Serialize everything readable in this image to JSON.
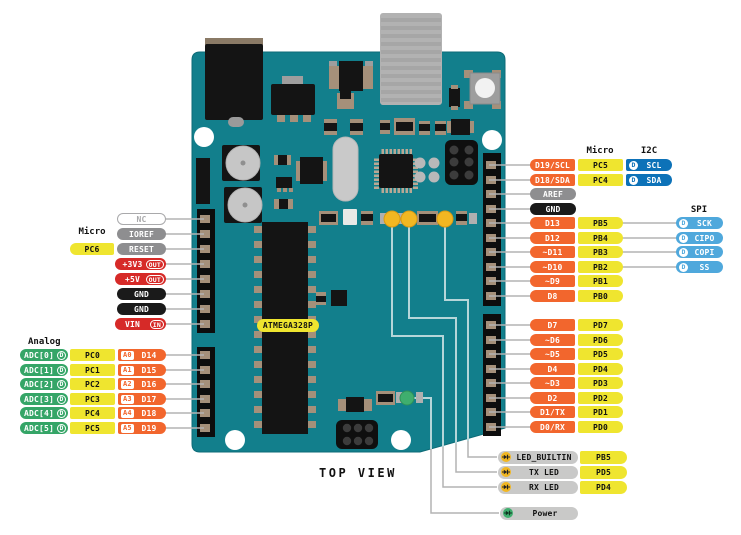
{
  "diagram_title": "TOP VIEW",
  "board": {
    "chip_label": "ATMEGA328P"
  },
  "headers": {
    "left_micro": "Micro",
    "analog": "Analog",
    "right_micro": "Micro",
    "i2c": "I2C",
    "spi": "SPI"
  },
  "left_power": {
    "rows": [
      {
        "label": "NC",
        "type": "nc"
      },
      {
        "label": "IOREF",
        "type": "gray"
      },
      {
        "label": "RESET",
        "type": "gray",
        "micro": "PC6"
      },
      {
        "label": "+3V3",
        "type": "red",
        "badge": "OUT"
      },
      {
        "label": "+5V",
        "type": "red",
        "badge": "OUT"
      },
      {
        "label": "GND",
        "type": "black"
      },
      {
        "label": "GND",
        "type": "black"
      },
      {
        "label": "VIN",
        "type": "red",
        "badge": "IN"
      }
    ]
  },
  "analog": {
    "rows": [
      {
        "adc": "ADC[0]",
        "badge": "D",
        "micro": "PC0",
        "analog_pin": "A0",
        "digital_pin": "D14"
      },
      {
        "adc": "ADC[1]",
        "badge": "D",
        "micro": "PC1",
        "analog_pin": "A1",
        "digital_pin": "D15"
      },
      {
        "adc": "ADC[2]",
        "badge": "D",
        "micro": "PC2",
        "analog_pin": "A2",
        "digital_pin": "D16"
      },
      {
        "adc": "ADC[3]",
        "badge": "D",
        "micro": "PC3",
        "analog_pin": "A3",
        "digital_pin": "D17"
      },
      {
        "adc": "ADC[4]",
        "badge": "D",
        "micro": "PC4",
        "analog_pin": "A4",
        "digital_pin": "D18"
      },
      {
        "adc": "ADC[5]",
        "badge": "D",
        "micro": "PC5",
        "analog_pin": "A5",
        "digital_pin": "D19"
      }
    ]
  },
  "right_digital": {
    "group1": [
      {
        "pin": "D19/SCL",
        "type": "orange",
        "micro": "PC5",
        "i2c": "SCL",
        "i2c_badge": "D"
      },
      {
        "pin": "D18/SDA",
        "type": "orange",
        "micro": "PC4",
        "i2c": "SDA",
        "i2c_badge": "D"
      },
      {
        "pin": "AREF",
        "type": "gray"
      },
      {
        "pin": "GND",
        "type": "black"
      },
      {
        "pin": "D13",
        "type": "orange",
        "micro": "PB5",
        "spi": "SCK",
        "spi_badge": "D"
      },
      {
        "pin": "D12",
        "type": "orange",
        "micro": "PB4",
        "spi": "CIPO",
        "spi_badge": "D"
      },
      {
        "pin": "~D11",
        "type": "orange",
        "micro": "PB3",
        "spi": "COPI",
        "spi_badge": "D"
      },
      {
        "pin": "~D10",
        "type": "orange",
        "micro": "PB2",
        "spi": "SS",
        "spi_badge": "D"
      },
      {
        "pin": "~D9",
        "type": "orange",
        "micro": "PB1"
      },
      {
        "pin": "D8",
        "type": "orange",
        "micro": "PB0"
      }
    ],
    "group2": [
      {
        "pin": "D7",
        "type": "orange",
        "micro": "PD7"
      },
      {
        "pin": "~D6",
        "type": "orange",
        "micro": "PD6"
      },
      {
        "pin": "~D5",
        "type": "orange",
        "micro": "PD5"
      },
      {
        "pin": "D4",
        "type": "orange",
        "micro": "PD4"
      },
      {
        "pin": "~D3",
        "type": "orange",
        "micro": "PD3"
      },
      {
        "pin": "D2",
        "type": "orange",
        "micro": "PD2"
      },
      {
        "pin": "D1/TX",
        "type": "orange",
        "micro": "PD1"
      },
      {
        "pin": "D0/RX",
        "type": "orange",
        "micro": "PD0"
      }
    ]
  },
  "leds": {
    "rows": [
      {
        "label": "LED_BUILTIN",
        "micro": "PB5",
        "icon": "yellow-led"
      },
      {
        "label": "TX LED",
        "micro": "PD5",
        "icon": "yellow-led"
      },
      {
        "label": "RX LED",
        "micro": "PD4",
        "icon": "yellow-led"
      }
    ],
    "power_label": "Power"
  },
  "colors": {
    "board_teal": "#127f8c",
    "orange": "#f2662d",
    "yellow": "#efe52f",
    "green": "#35a567",
    "i2c_blue": "#0d72b8",
    "spi_blue": "#4fa8dc",
    "gray": "#8e8e90",
    "black": "#1a1a1a",
    "red": "#d62a28",
    "label_gray": "#c9c9c8",
    "led_yellow": "#f2b722",
    "led_green": "#3fae6e",
    "line_gray": "#b3b3b3"
  }
}
